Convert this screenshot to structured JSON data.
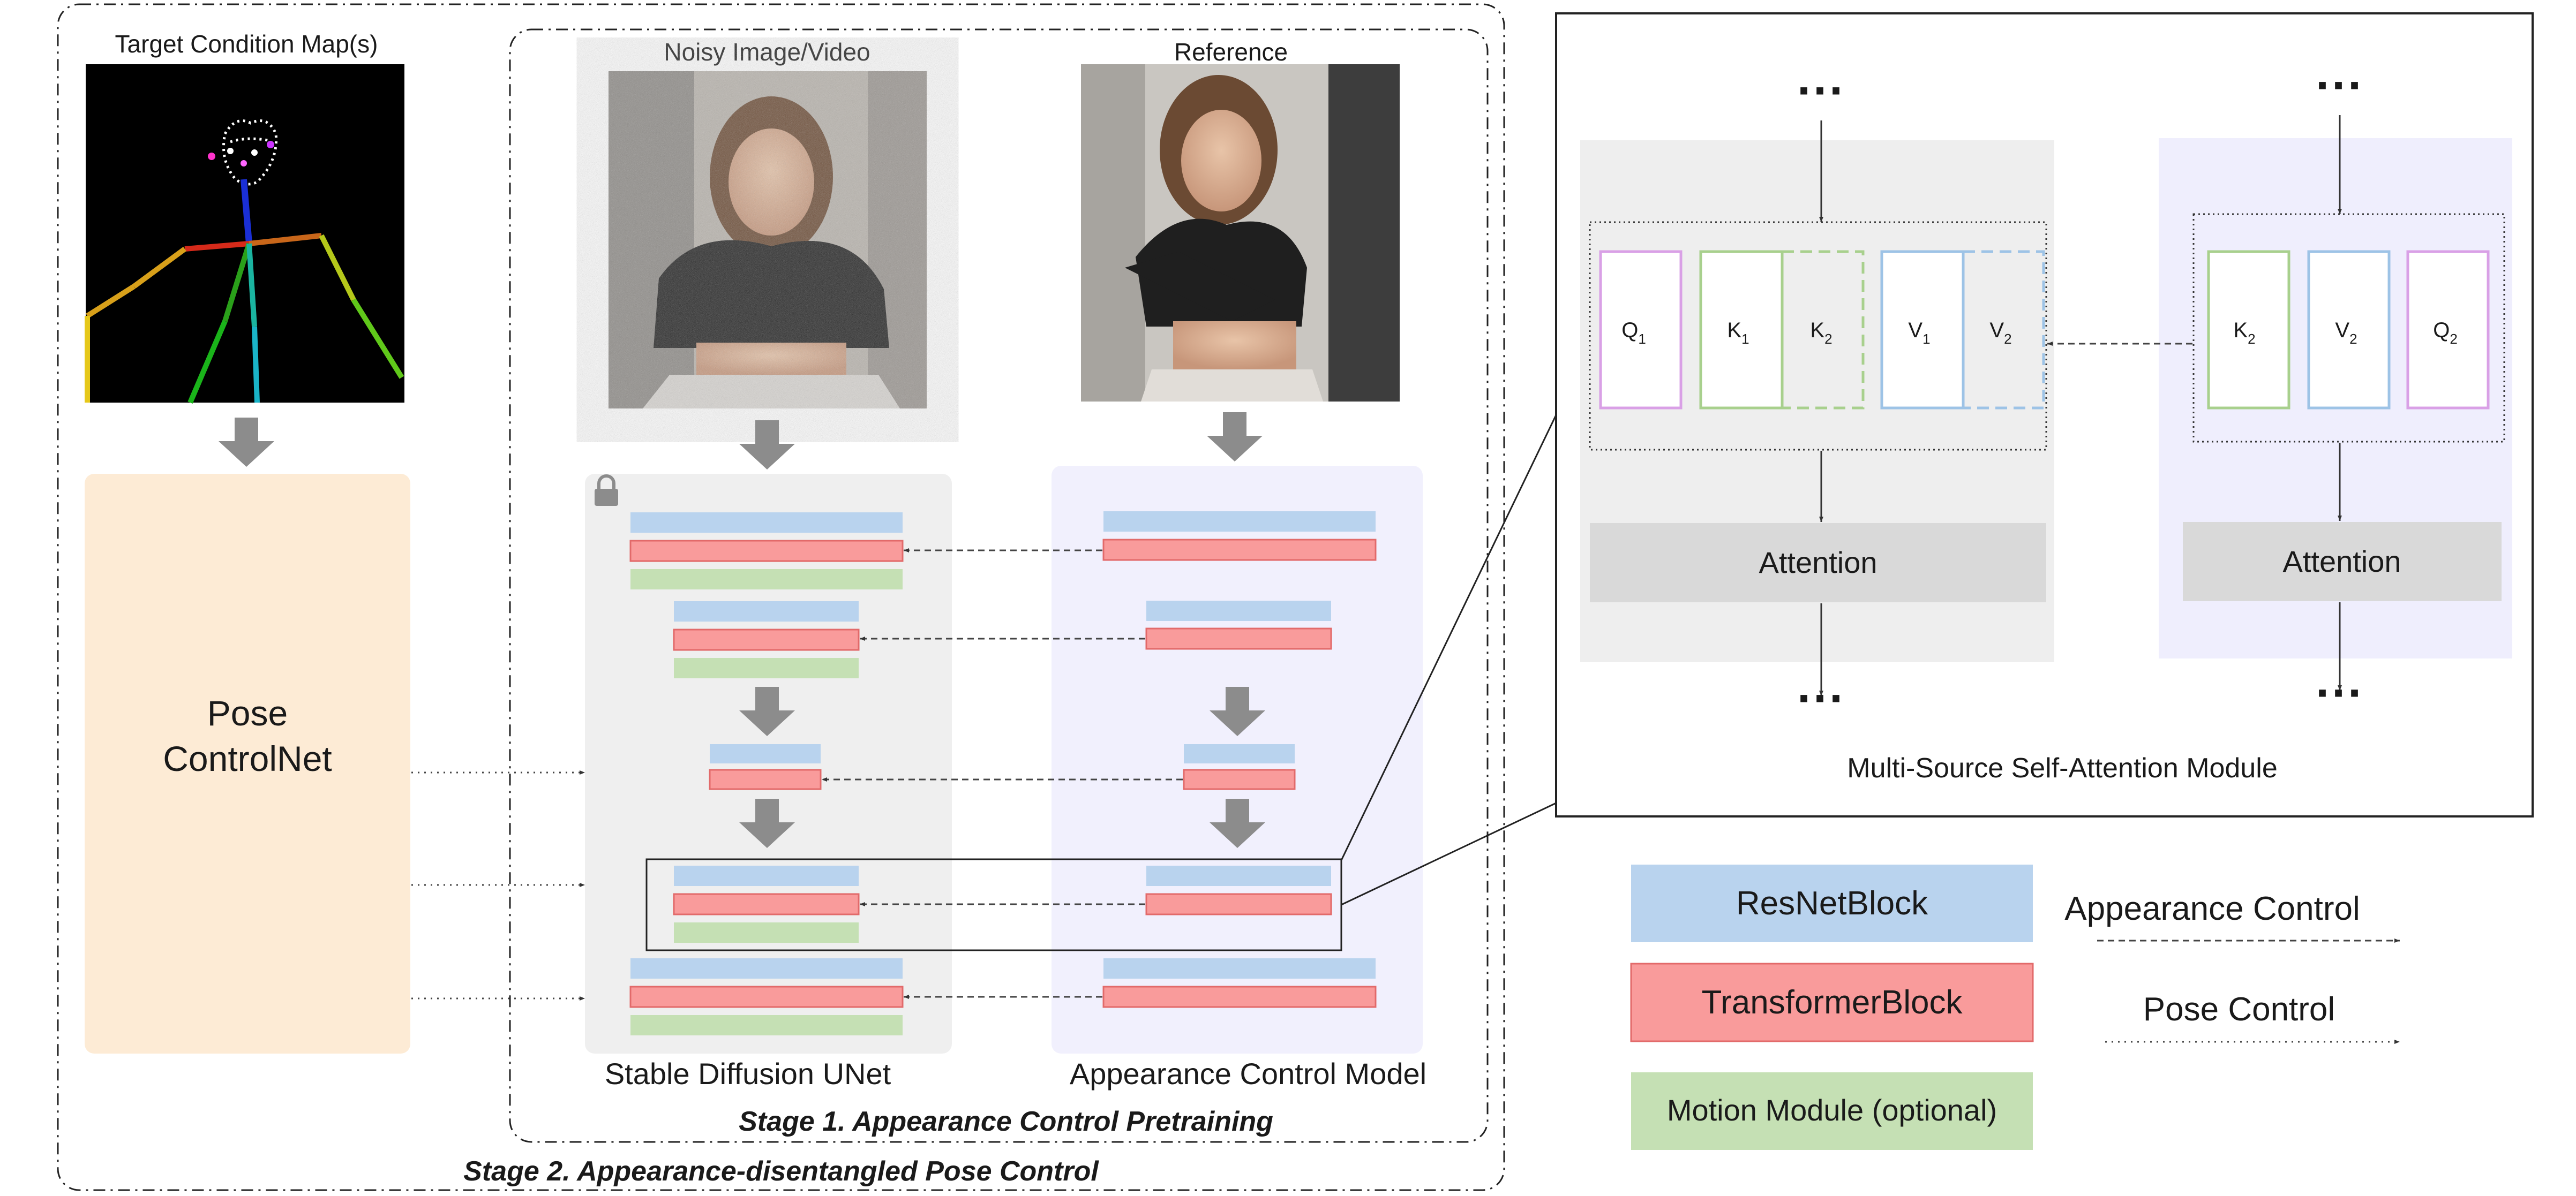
{
  "labels": {
    "target_condition": "Target Condition Map(s)",
    "noisy_image": "Noisy Image/Video",
    "reference": "Reference",
    "pose_controlnet_line1": "Pose",
    "pose_controlnet_line2": "ControlNet",
    "stable_diffusion_unet": "Stable Diffusion UNet",
    "appearance_control_model": "Appearance Control Model",
    "stage1": "Stage 1. Appearance Control Pretraining",
    "stage2": "Stage 2. Appearance-disentangled Pose Control",
    "msa_title": "Multi-Source Self-Attention Module",
    "attention_left": "Attention",
    "attention_right": "Attention",
    "ellipsis": "···",
    "q1": "Q",
    "q1_sub": "1",
    "k1": "K",
    "k1_sub": "1",
    "k2": "K",
    "k2_sub": "2",
    "v1": "V",
    "v1_sub": "1",
    "v2": "V",
    "v2_sub": "2",
    "rk2": "K",
    "rk2_sub": "2",
    "rv2": "V",
    "rv2_sub": "2",
    "rq2": "Q",
    "rq2_sub": "2"
  },
  "legend": {
    "resnet": "ResNetBlock",
    "transformer": "TransformerBlock",
    "motion": "Motion Module (optional)",
    "appearance_control": "Appearance Control",
    "pose_control": "Pose Control"
  },
  "colors": {
    "resnet": "#b9d3ee",
    "transformer": "#f99b9b",
    "transformer_border": "#e26a6a",
    "motion": "#c5e0b4",
    "pose_panel": "#fdebd5",
    "unet_panel": "#efefef",
    "appearance_panel": "#f1f0fd",
    "attention": "#d9d9d9",
    "arrow": "#8c8c8c",
    "q_border": "#d9a0e6",
    "k_border": "#a8d08d",
    "v_border": "#9dc3e6"
  }
}
